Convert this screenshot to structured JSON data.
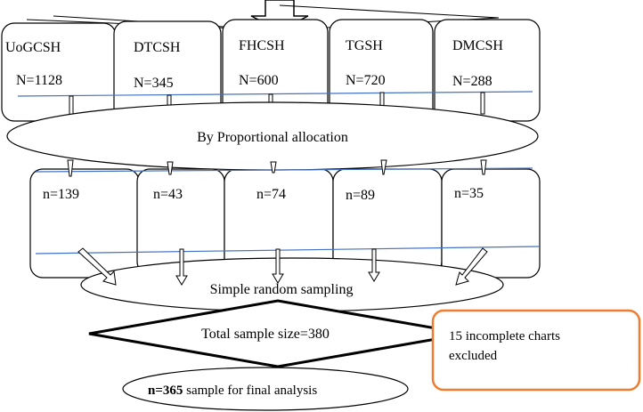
{
  "hospitals": [
    {
      "name": "UoGCSH",
      "population": "N=1128"
    },
    {
      "name": "DTCSH",
      "population": "N=345"
    },
    {
      "name": "FHCSH",
      "population": "N=600"
    },
    {
      "name": "TGSH",
      "population": "N=720"
    },
    {
      "name": "DMCSH",
      "population": "N=288"
    }
  ],
  "allocation_method": "By Proportional allocation",
  "samples": [
    {
      "value": "n=139"
    },
    {
      "value": "n=43"
    },
    {
      "value": "n=74"
    },
    {
      "value": "n=89"
    },
    {
      "value": "n=35"
    }
  ],
  "sampling_method": "Simple random sampling",
  "total": "Total sample size=380",
  "excluded": {
    "line1": "15 incomplete charts",
    "line2": "excluded"
  },
  "final": {
    "count": "n=365",
    "rest": " sample for final analysis"
  },
  "colors": {
    "line": "#000000",
    "accent_line": "#4472c4",
    "excluded_border": "#ed7d31",
    "background": "#ffffff"
  }
}
